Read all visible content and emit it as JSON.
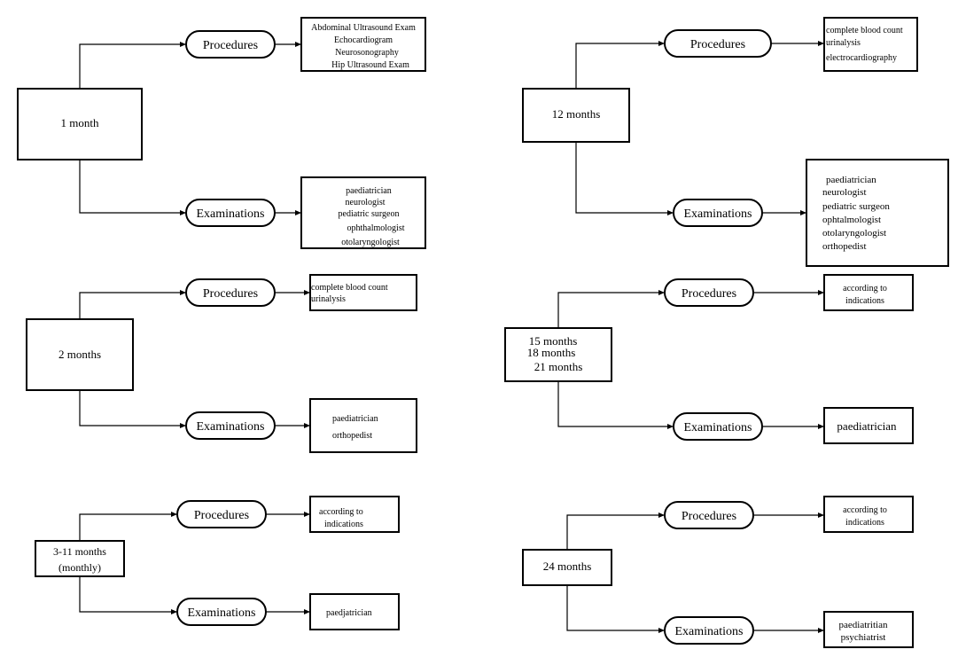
{
  "groups": [
    {
      "id": "1-month",
      "age": [
        "1 month"
      ],
      "procedures_label": "Procedures",
      "procedures": [
        "Abdominal Ultrasound Exam",
        "Echocardiogram",
        "Neurosonography",
        "Hip Ultrasound Exam"
      ],
      "examinations_label": "Examinations",
      "examinations": [
        "paediatrician",
        "neurologist",
        "pediatric surgeon",
        "ophthalmologist",
        "otolaryngologist"
      ]
    },
    {
      "id": "2-months",
      "age": [
        "2 months"
      ],
      "procedures_label": "Procedures",
      "procedures": [
        "complete blood count",
        "urinalysis"
      ],
      "examinations_label": "Examinations",
      "examinations": [
        "paediatrician",
        "orthopedist"
      ]
    },
    {
      "id": "3-11-months",
      "age": [
        "3-11 months",
        "(monthly)"
      ],
      "procedures_label": "Procedures",
      "procedures": [
        "according to",
        "indications"
      ],
      "examinations_label": "Examinations",
      "examinations": [
        "paedjatrician"
      ]
    },
    {
      "id": "12-months",
      "age": [
        "12 months"
      ],
      "procedures_label": "Procedures",
      "procedures": [
        "complete blood count",
        "urinalysis",
        "electrocardiography"
      ],
      "examinations_label": "Examinations",
      "examinations": [
        "paediatrician",
        "neurologist",
        "pediatric surgeon",
        "ophtalmologist",
        "otolaryngologist",
        "orthopedist"
      ]
    },
    {
      "id": "15-18-21-months",
      "age": [
        "15 months",
        "18  months",
        "21 months"
      ],
      "procedures_label": "Procedures",
      "procedures": [
        "according to",
        "indications"
      ],
      "examinations_label": "Examinations",
      "examinations": [
        "paediatrician"
      ]
    },
    {
      "id": "24-months",
      "age": [
        "24 months"
      ],
      "procedures_label": "Procedures",
      "procedures": [
        "according to",
        "indications"
      ],
      "examinations_label": "Examinations",
      "examinations": [
        "paediatritian",
        "psychiatrist"
      ]
    }
  ]
}
